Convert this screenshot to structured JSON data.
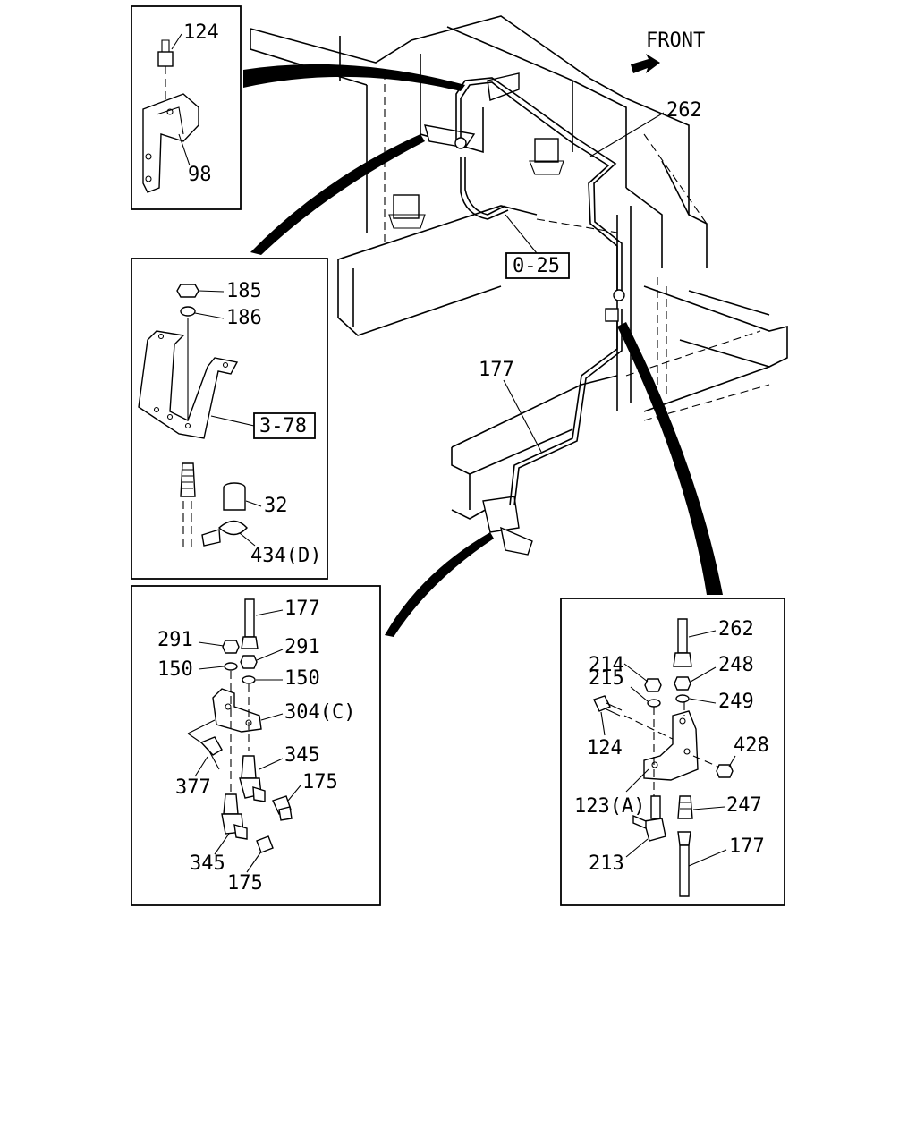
{
  "overview": {
    "direction_label": "FRONT",
    "callouts": {
      "pipe_top": "262",
      "pipe_lower": "177",
      "ref_box": "0-25"
    }
  },
  "detail_bracket_top": {
    "callouts": [
      "124",
      "98"
    ]
  },
  "detail_mount": {
    "callouts": [
      "185",
      "186",
      "32",
      "434(D)"
    ],
    "ref_box": "3-78"
  },
  "detail_lower_left": {
    "callouts": [
      "177",
      "291",
      "291",
      "150",
      "150",
      "304(C)",
      "377",
      "345",
      "175",
      "345",
      "175"
    ]
  },
  "detail_lower_right": {
    "callouts": [
      "262",
      "214",
      "248",
      "215",
      "249",
      "124",
      "428",
      "123(A)",
      "247",
      "213",
      "177"
    ]
  }
}
